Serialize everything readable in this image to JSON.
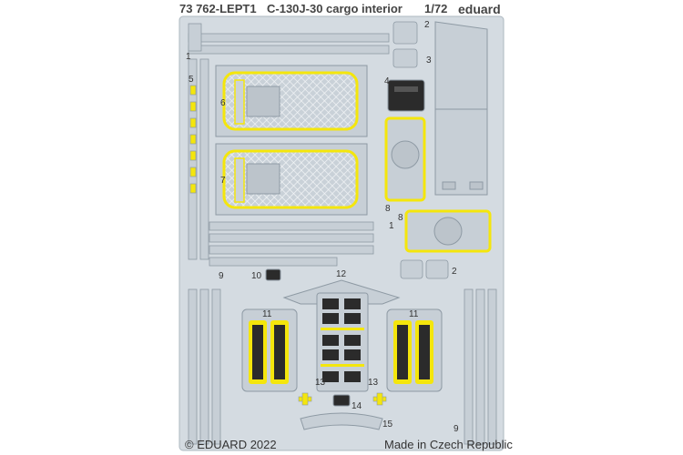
{
  "header": {
    "code": "73 762-LEPT1",
    "title": "C-130J-30 cargo interior",
    "scale": "1/72",
    "brand": "eduard"
  },
  "footer": {
    "copyright": "© EDUARD 2022",
    "origin": "Made in Czech Republic"
  },
  "part_numbers": [
    "1",
    "2",
    "3",
    "4",
    "5",
    "6",
    "7",
    "8",
    "9",
    "10",
    "11",
    "12",
    "13",
    "14",
    "15"
  ],
  "colors": {
    "fret": "#d4dbe1",
    "fret_edge": "#aeb8c0",
    "part": "#c7cfd6",
    "part_edge": "#8e9aa4",
    "accent_yellow": "#f4e60c",
    "dark": "#2b2b2b",
    "mesh": "#ffffff",
    "text": "#333333"
  }
}
